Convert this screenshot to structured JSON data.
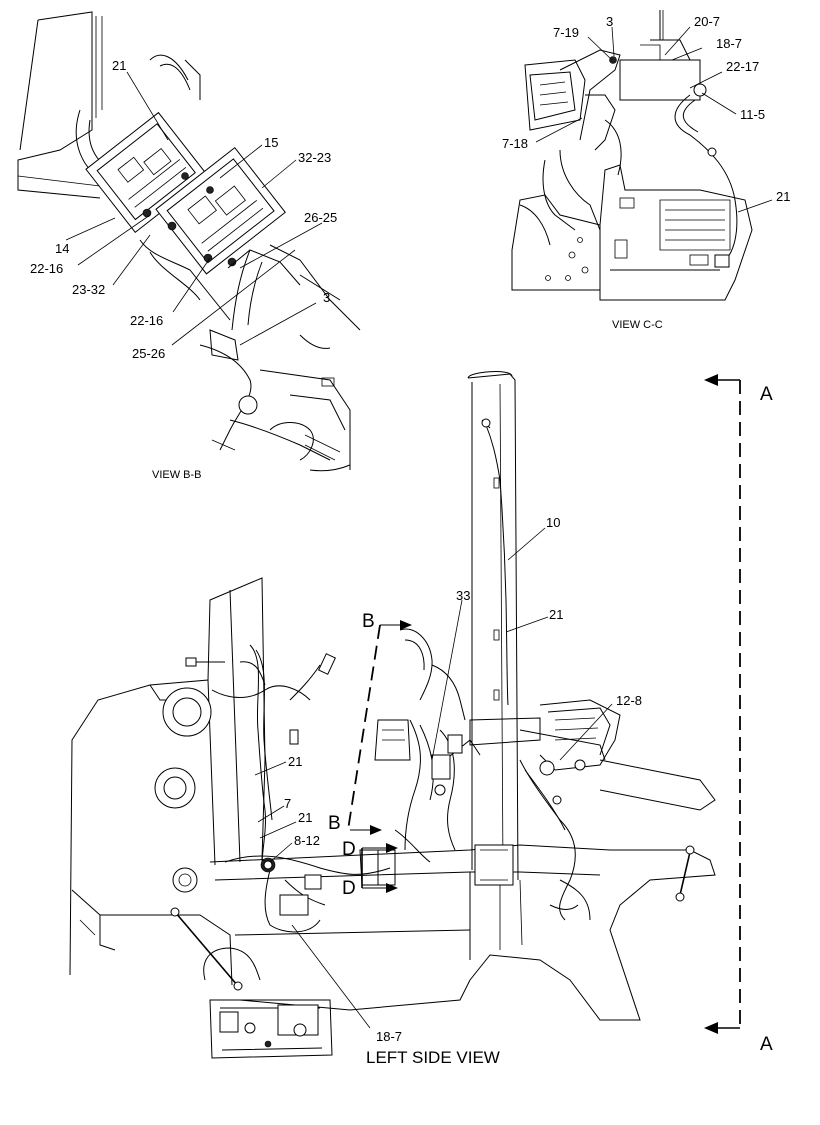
{
  "views": {
    "view_bb": "VIEW B-B",
    "view_cc": "VIEW C-C",
    "left_side": "LEFT SIDE VIEW"
  },
  "section_markers": {
    "a_top": "A",
    "a_bottom": "A",
    "b_top": "B",
    "b_bottom": "B",
    "d_top": "D",
    "d_bottom": "D"
  },
  "callouts_bb": [
    "21",
    "15",
    "32-23",
    "26-25",
    "14",
    "22-16",
    "23-32",
    "22-16",
    "25-26",
    "3"
  ],
  "callouts_cc": [
    "7-19",
    "3",
    "20-7",
    "18-7",
    "22-17",
    "11-5",
    "7-18",
    "21"
  ],
  "callouts_side": [
    "10",
    "33",
    "21",
    "12-8",
    "21",
    "7",
    "21",
    "8-12",
    "18-7"
  ]
}
